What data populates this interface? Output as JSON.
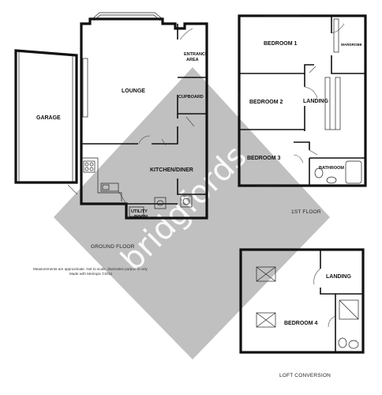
{
  "watermark": "bridgfords",
  "floors": {
    "ground": {
      "label": "GROUND FLOOR",
      "rooms": {
        "garage": "GARAGE",
        "lounge": "LOUNGE",
        "entrance_area_1": "ENTRANCE",
        "entrance_area_2": "AREA",
        "cupboard": "CUPBOARD",
        "kitchen_diner": "KITCHEN/DINER",
        "utility_room_1": "UTILITY",
        "utility_room_2": "ROOM"
      }
    },
    "first": {
      "label": "1ST FLOOR",
      "rooms": {
        "bedroom1": "BEDROOM 1",
        "wardrobe": "WARDROBE",
        "bedroom2": "BEDROOM 2",
        "landing": "LANDING",
        "bedroom3": "BEDROOM 3",
        "bathroom": "BATHROOM"
      }
    },
    "loft": {
      "label": "LOFT CONVERSION",
      "rooms": {
        "landing": "LANDING",
        "bedroom4": "BEDROOM 4"
      }
    }
  },
  "notes": {
    "line1": "Measurements are approximate.  Not to scale.  Illustrative purposes only",
    "line2": "Made with Metropix ©2011"
  }
}
